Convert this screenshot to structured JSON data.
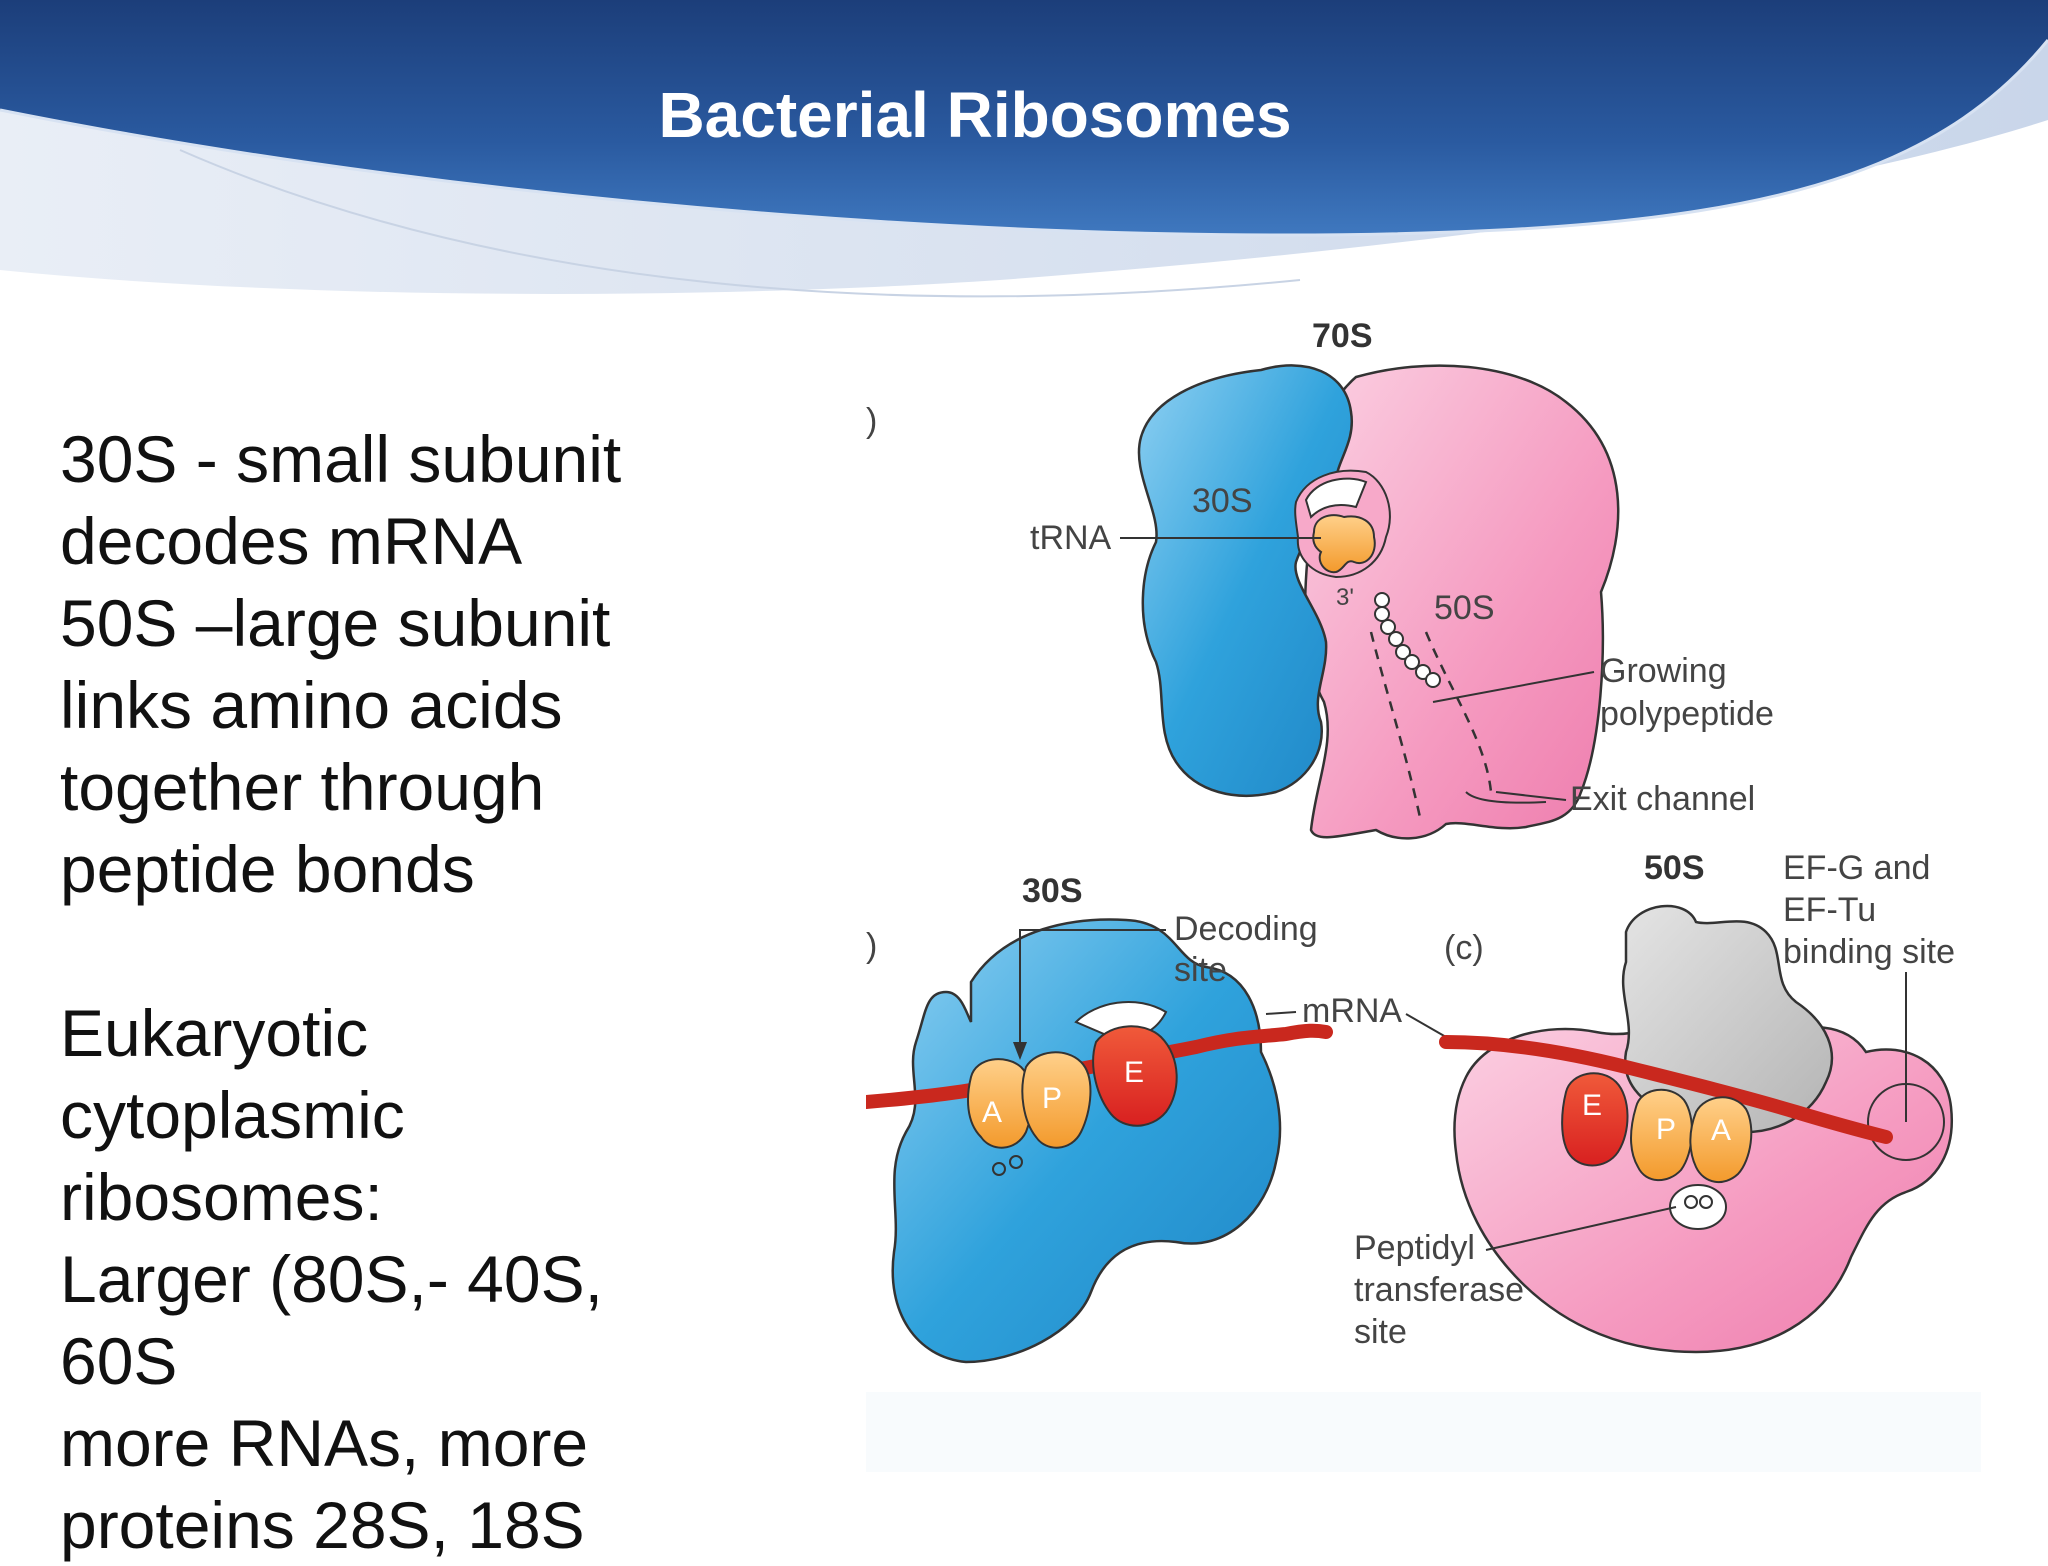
{
  "slide": {
    "title": "Bacterial Ribosomes",
    "body_lines": [
      "30S - small subunit",
      "decodes mRNA",
      "50S –large subunit",
      "links amino acids",
      "together through",
      "peptide bonds",
      "",
      "Eukaryotic",
      "cytoplasmic",
      "ribosomes:",
      "Larger (80S,- 40S,",
      "60S",
      "more RNAs, more",
      "proteins 28S, 18S"
    ]
  },
  "figure": {
    "panel_a": {
      "panel_letter": ")",
      "header": "70S",
      "small_subunit": "30S",
      "large_subunit": "50S",
      "trna": "tRNA",
      "three_prime": "3'",
      "growing_line1": "Growing",
      "growing_line2": "polypeptide",
      "exit_channel": "Exit channel"
    },
    "panel_b": {
      "panel_letter": ")",
      "header": "30S",
      "decoding_line1": "Decoding",
      "decoding_line2": "site",
      "site_a": "A",
      "site_p": "P",
      "site_e": "E"
    },
    "mrna": "mRNA",
    "panel_c": {
      "panel_letter": "(c)",
      "header": "50S",
      "efg_line1": "EF-G and",
      "efg_line2": "EF-Tu",
      "efg_line3": "binding site",
      "site_e": "E",
      "site_p": "P",
      "site_a": "A",
      "ptf_line1": "Peptidyl",
      "ptf_line2": "transferase",
      "ptf_line3": "site"
    }
  }
}
